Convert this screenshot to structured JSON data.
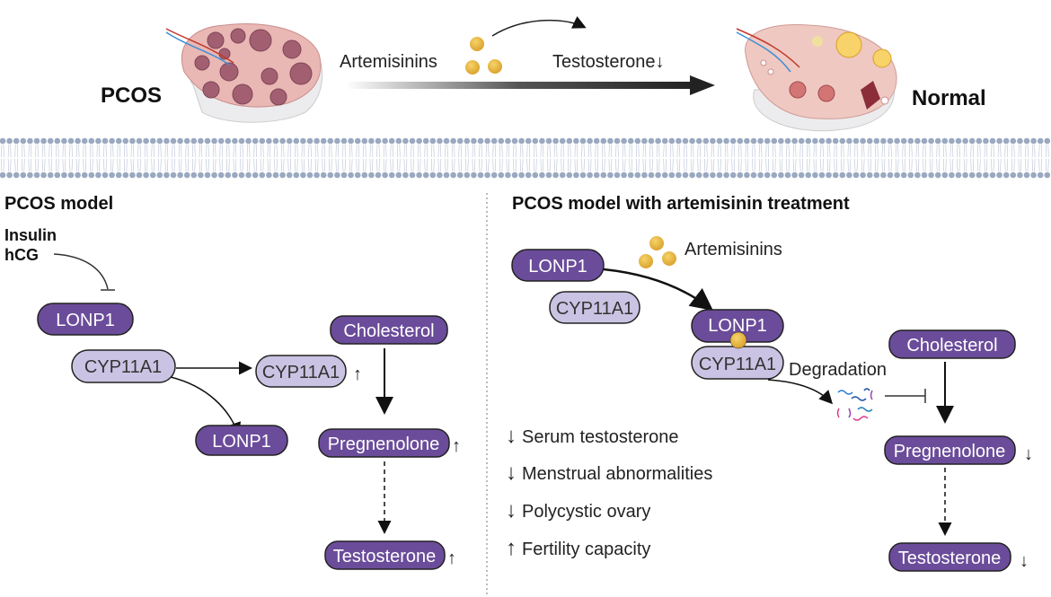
{
  "top": {
    "left_label": "PCOS",
    "right_label": "Normal",
    "drug_label": "Artemisinins",
    "effect_label": "Testosterone",
    "effect_arrow": "↓"
  },
  "left_panel": {
    "title": "PCOS model",
    "stimuli": [
      "Insulin",
      "hCG"
    ],
    "lonp1": "LONP1",
    "cyp": "CYP11A1",
    "cyp_up": "CYP11A1",
    "up_arrow": "↑",
    "lonp1_free": "LONP1",
    "cholesterol": "Cholesterol",
    "pregnenolone": "Pregnenolone",
    "testosterone": "Testosterone"
  },
  "right_panel": {
    "title": "PCOS model with artemisinin treatment",
    "drug": "Artemisinins",
    "lonp1": "LONP1",
    "cyp": "CYP11A1",
    "complex_lonp1": "LONP1",
    "complex_cyp": "CYP11A1",
    "degradation": "Degradation",
    "cholesterol": "Cholesterol",
    "pregnenolone": "Pregnenolone",
    "testosterone": "Testosterone",
    "down_arrow": "↓",
    "outcomes": [
      {
        "arrow": "↓",
        "text": "Serum testosterone"
      },
      {
        "arrow": "↓",
        "text": "Menstrual abnormalities"
      },
      {
        "arrow": "↓",
        "text": "Polycystic ovary"
      },
      {
        "arrow": "↑",
        "text": "Fertility capacity"
      }
    ]
  },
  "colors": {
    "dark_protein": "#6b4c9a",
    "light_protein": "#cbc3e3",
    "artemisinin": "#e8b93a",
    "membrane": "#9aa8c0",
    "ovary": "#e9b7b4"
  }
}
